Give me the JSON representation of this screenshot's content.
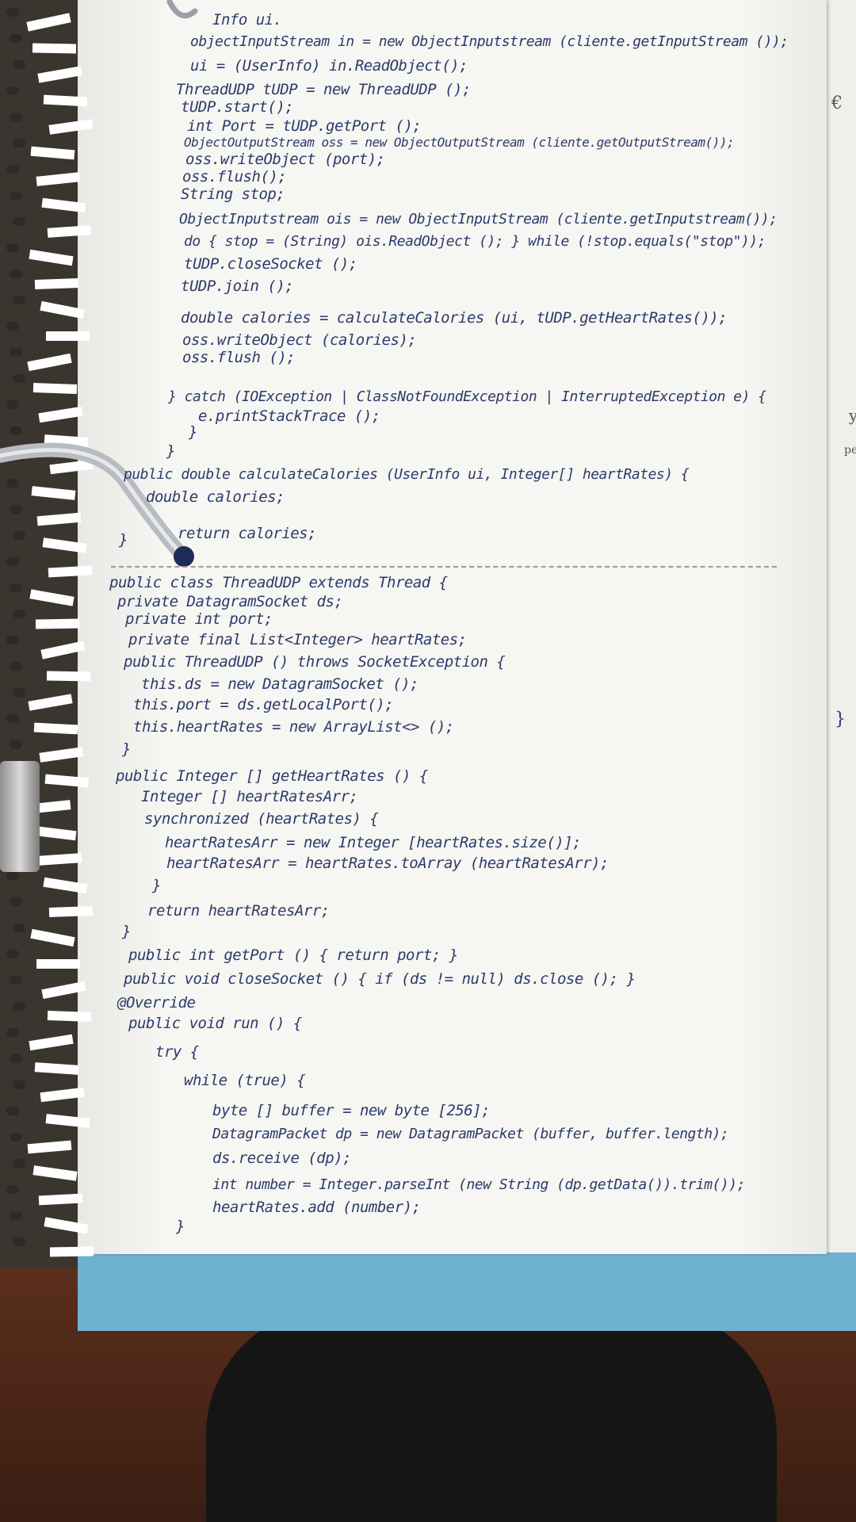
{
  "document": {
    "type": "handwritten notebook page",
    "ink_color": "#2c3a6b",
    "paper_color": "#f6f6f2",
    "folder_color": "#6fb2cf"
  },
  "under_page_marks": [
    "€",
    "y",
    "pe",
    "}"
  ],
  "code_lines": [
    "Info ui.",
    "objectInputStream in = new ObjectInputstream (cliente.getInputStream ());",
    "ui = (UserInfo) in.ReadObject();",
    "ThreadUDP tUDP = new ThreadUDP ();",
    "tUDP.start();",
    "int Port = tUDP.getPort ();",
    "ObjectOutputStream oss = new ObjectOutputStream (cliente.getOutputStream());",
    "oss.writeObject (port);",
    "oss.flush();",
    "String stop;",
    "ObjectInputstream ois = new ObjectInputStream (cliente.getInputstream());",
    "do { stop = (String) ois.ReadObject (); } while (!stop.equals(\"stop\"));",
    "tUDP.closeSocket ();",
    "tUDP.join ();",
    "double calories = calculateCalories (ui, tUDP.getHeartRates());",
    "oss.writeObject (calories);",
    "oss.flush ();",
    "} catch (IOException | ClassNotFoundException | InterruptedException e) {",
    "e.printStackTrace ();",
    "}",
    "}",
    "public double calculateCalories (UserInfo ui, Integer[] heartRates) {",
    "double calories;",
    "return calories;",
    "}",
    "public class ThreadUDP extends Thread {",
    "private DatagramSocket ds;",
    "private int port;",
    "private final List<Integer> heartRates;",
    "public ThreadUDP () throws SocketException {",
    "this.ds = new DatagramSocket ();",
    "this.port = ds.getLocalPort();",
    "this.heartRates = new ArrayList<> ();",
    "}",
    "public Integer [] getHeartRates () {",
    "Integer [] heartRatesArr;",
    "synchronized (heartRates) {",
    "heartRatesArr = new Integer [heartRates.size()];",
    "heartRatesArr = heartRates.toArray (heartRatesArr);",
    "}",
    "return heartRatesArr;",
    "}",
    "public int getPort () { return port; }",
    "public void closeSocket () { if (ds != null) ds.close (); }",
    "@Override",
    "public void run () {",
    "try {",
    "while (true) {",
    "byte [] buffer = new byte [256];",
    "DatagramPacket dp = new DatagramPacket (buffer, buffer.length);",
    "ds.receive (dp);",
    "int number = Integer.parseInt (new String (dp.getData()).trim());",
    "heartRates.add (number);",
    "}"
  ]
}
